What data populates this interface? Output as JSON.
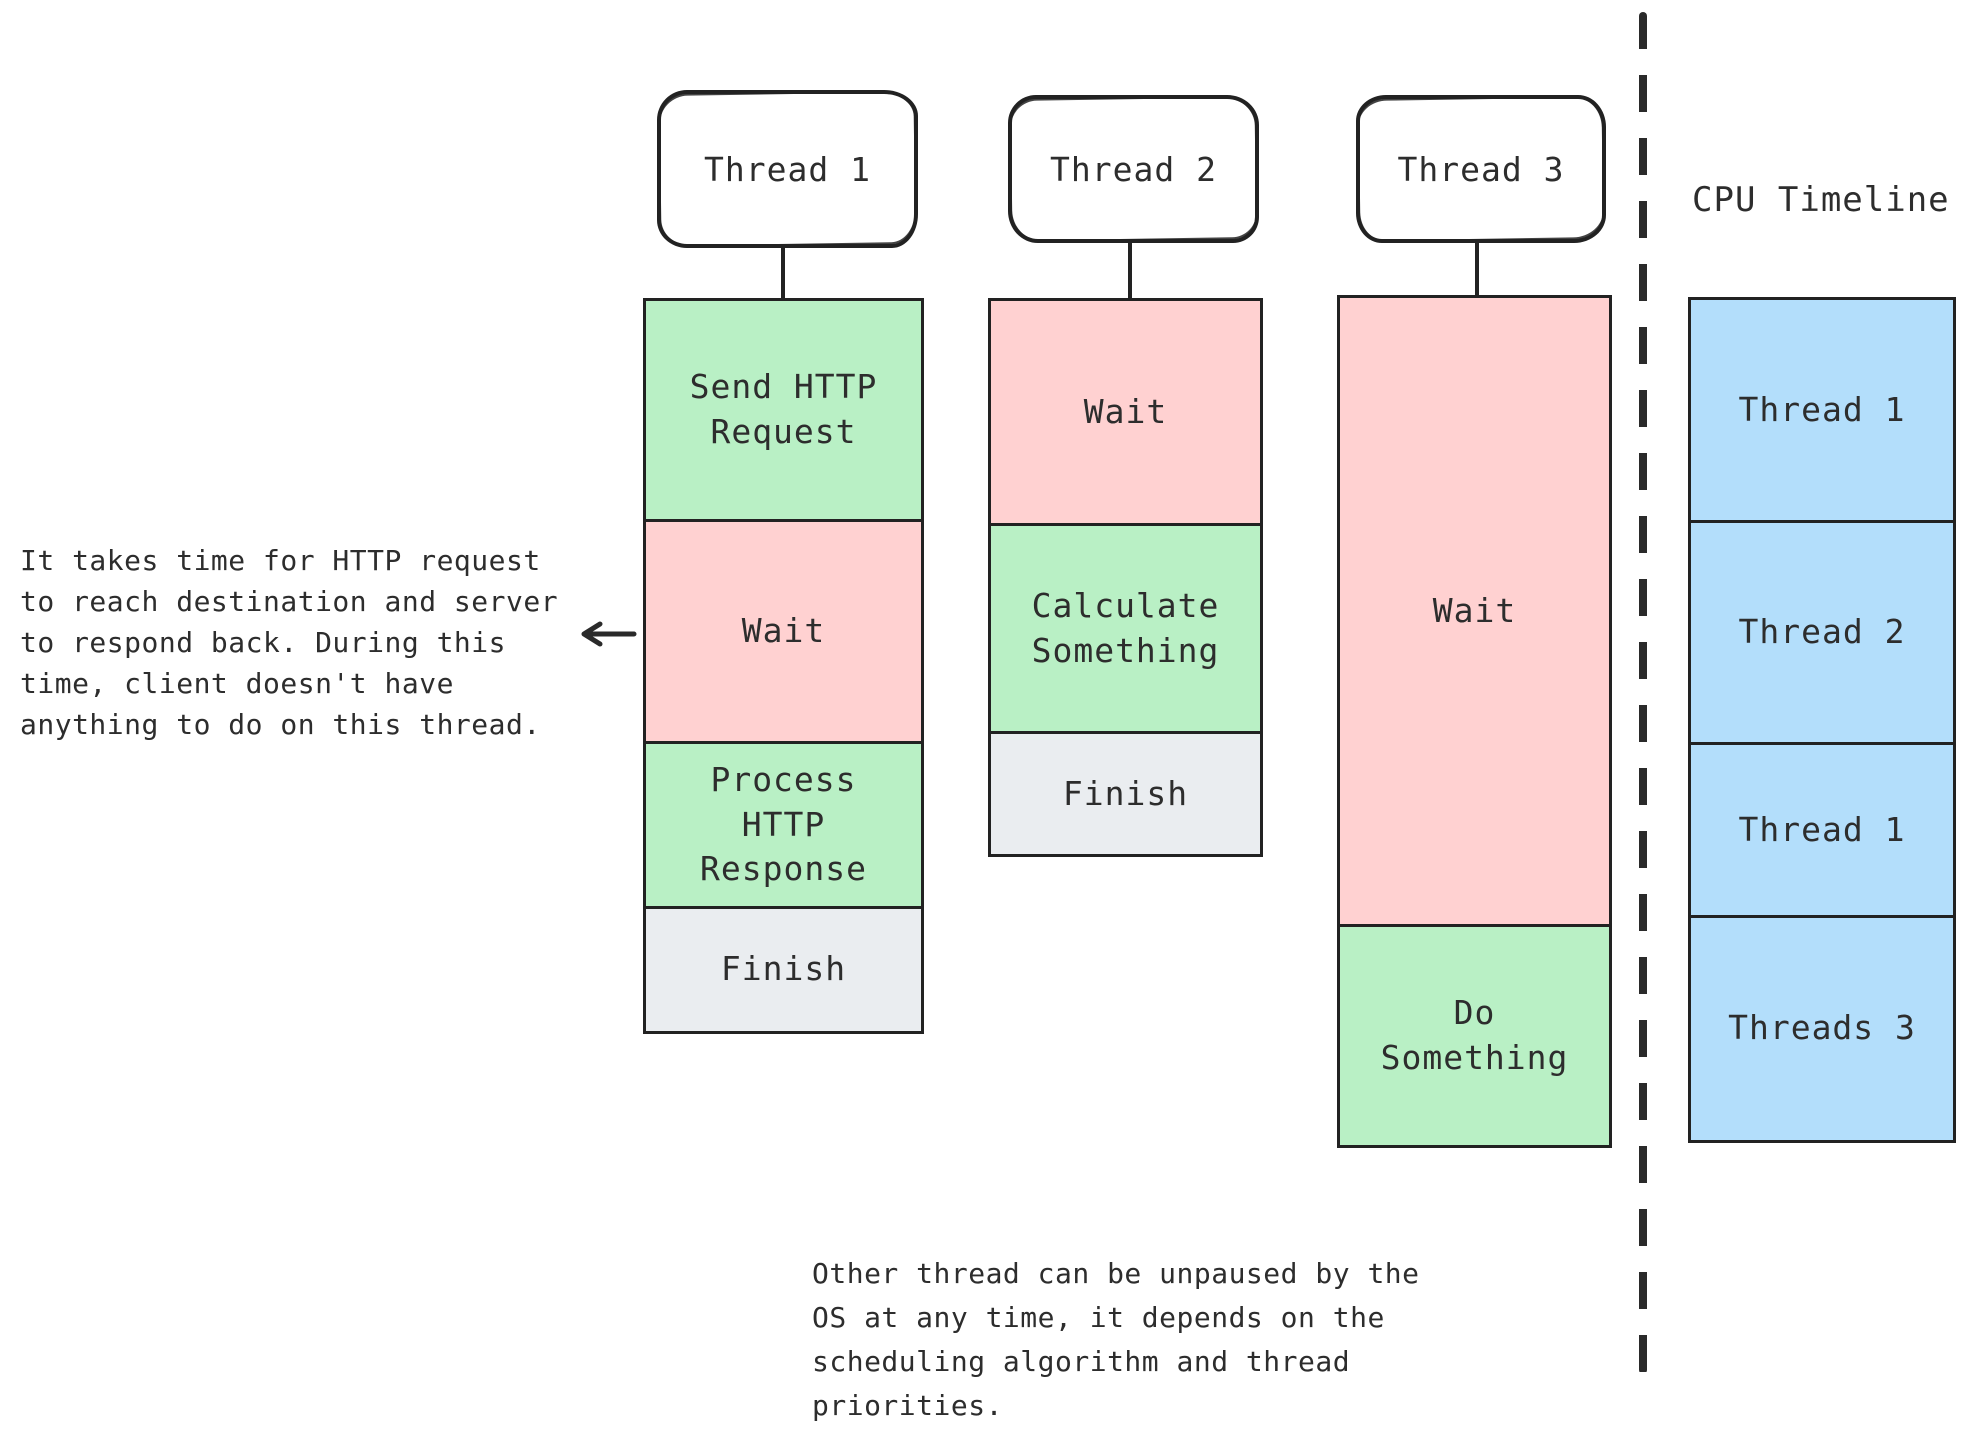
{
  "thread_boxes": [
    {
      "label": "Thread 1"
    },
    {
      "label": "Thread 2"
    },
    {
      "label": "Thread 3"
    }
  ],
  "columns": [
    {
      "thread": "Thread 1",
      "blocks": [
        {
          "label": "Send HTTP\nRequest",
          "type": "work"
        },
        {
          "label": "Wait",
          "type": "wait"
        },
        {
          "label": "Process\nHTTP\nResponse",
          "type": "work"
        },
        {
          "label": "Finish",
          "type": "finish"
        }
      ]
    },
    {
      "thread": "Thread 2",
      "blocks": [
        {
          "label": "Wait",
          "type": "wait"
        },
        {
          "label": "Calculate\nSomething",
          "type": "work"
        },
        {
          "label": "Finish",
          "type": "finish"
        }
      ]
    },
    {
      "thread": "Thread 3",
      "blocks": [
        {
          "label": "Wait",
          "type": "wait"
        },
        {
          "label": "Do\nSomething",
          "type": "work"
        }
      ]
    }
  ],
  "cpu_timeline": {
    "title": "CPU Timeline",
    "blocks": [
      "Thread 1",
      "Thread 2",
      "Thread 1",
      "Threads 3"
    ]
  },
  "annotations": {
    "left_note": "It takes time for HTTP request\nto reach destination and server\nto respond back. During this\ntime, client doesn't have\nanything to do on this thread.",
    "bottom_note": "Other thread can be unpaused by the\nOS at any time, it depends on the\nscheduling algorithm and thread\npriorities."
  },
  "colors": {
    "work_green": "#b9f0c5",
    "wait_pink": "#ffd1d1",
    "finish_gray": "#eaedf0",
    "cpu_blue": "#b3defb",
    "stroke": "#222222",
    "text": "#2d2d2d"
  }
}
